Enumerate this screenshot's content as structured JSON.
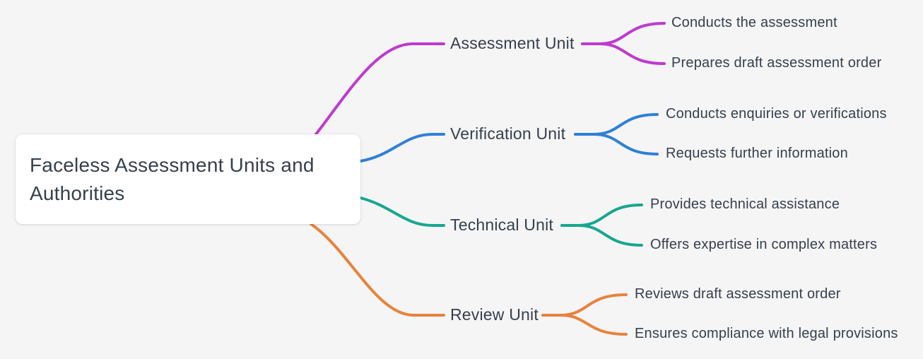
{
  "canvas": {
    "background_color": "#f5f5f6",
    "text_color": "#35404d"
  },
  "root": {
    "label": "Faceless Assessment Units and Authorities"
  },
  "branches": [
    {
      "label": "Assessment Unit",
      "color": "#bf39cf",
      "children": [
        "Conducts the assessment",
        "Prepares draft assessment order"
      ]
    },
    {
      "label": "Verification Unit",
      "color": "#2f80d8",
      "children": [
        "Conducts enquiries or verifications",
        "Requests further information"
      ]
    },
    {
      "label": "Technical Unit",
      "color": "#17a78f",
      "children": [
        "Provides technical assistance",
        "Offers expertise in complex matters"
      ]
    },
    {
      "label": "Review Unit",
      "color": "#e8823c",
      "children": [
        "Reviews draft assessment order",
        "Ensures compliance with legal provisions"
      ]
    }
  ]
}
